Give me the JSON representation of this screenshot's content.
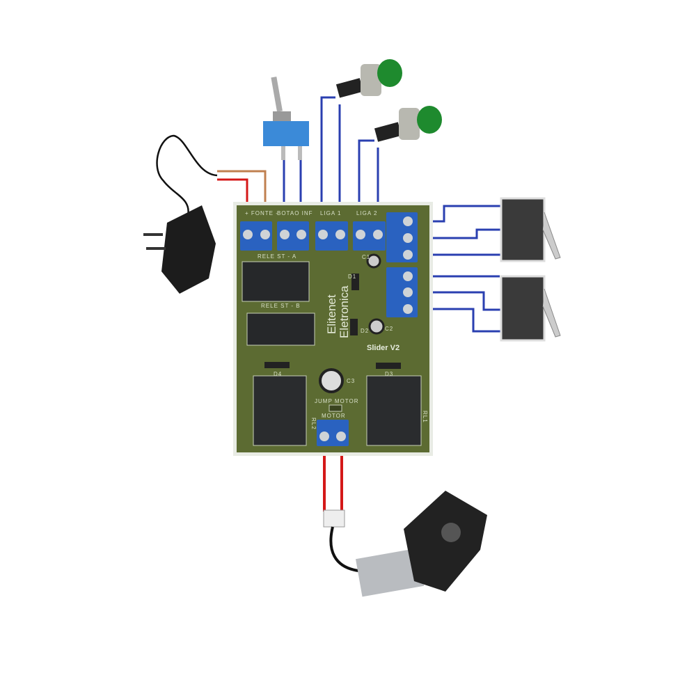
{
  "board": {
    "brand_line1": "Elitenet",
    "brand_line2": "Eletronica",
    "model": "Slider V2",
    "terminals": {
      "fonte": "+ FONTE -",
      "botao_inf": "BOTAO INF",
      "liga1": "LIGA 1",
      "liga2": "LIGA 2",
      "motor": "MOTOR",
      "jump_motor": "JUMP MOTOR"
    },
    "relays": {
      "a": "RELE ST - A",
      "b": "RELE ST - B",
      "rl1": "RL1",
      "rl2": "RL2"
    },
    "parts": {
      "d1": "D1",
      "d2": "D2",
      "d3": "D3",
      "d4": "D4",
      "c1": "C1",
      "c2": "C2",
      "c3": "C3"
    }
  },
  "colors": {
    "pcb": "#5c6b32",
    "terminal": "#2a62c0",
    "wire_blue": "#2a3fb0",
    "wire_red": "#d41818",
    "wire_brown": "#c08050",
    "button": "#1e8a2e"
  }
}
